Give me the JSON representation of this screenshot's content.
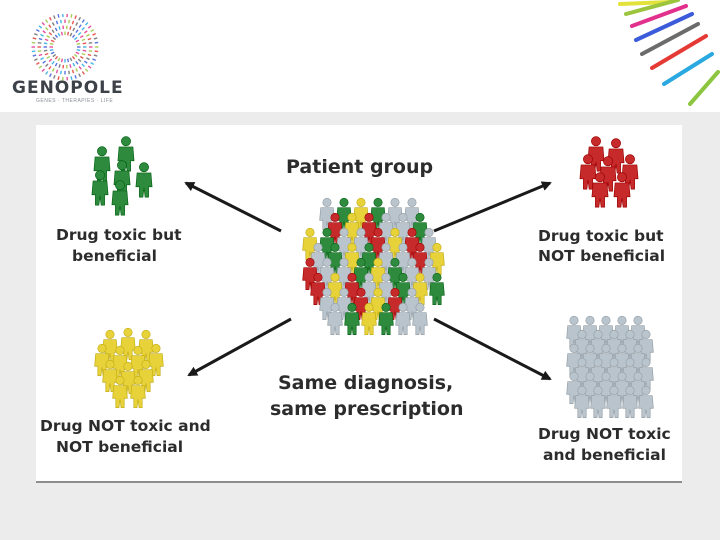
{
  "header": {
    "logo_text": "GENOPOLE",
    "logo_tagline": "GENES · THERAPIES · LIFE"
  },
  "figure": {
    "center_title": "Patient group",
    "center_caption_line1": "Same diagnosis,",
    "center_caption_line2": "same prescription",
    "top_left_line1": "Drug toxic but",
    "top_left_line2": "beneficial",
    "top_right_line1": "Drug toxic but",
    "top_right_line2": "NOT beneficial",
    "bottom_left_line1": "Drug NOT toxic and",
    "bottom_left_line2": "NOT beneficial",
    "bottom_right_line1": "Drug NOT toxic",
    "bottom_right_line2": "and beneficial"
  },
  "colors": {
    "green": "#2e8b3d",
    "red": "#c62a2a",
    "yellow": "#e8d23a",
    "gray": "#b9c4cc",
    "stripes": [
      "#e2e23a",
      "#9bc53d",
      "#e2318c",
      "#3b5bdb",
      "#6b6b6b",
      "#e53935",
      "#29a9e0",
      "#8cc63f"
    ]
  }
}
